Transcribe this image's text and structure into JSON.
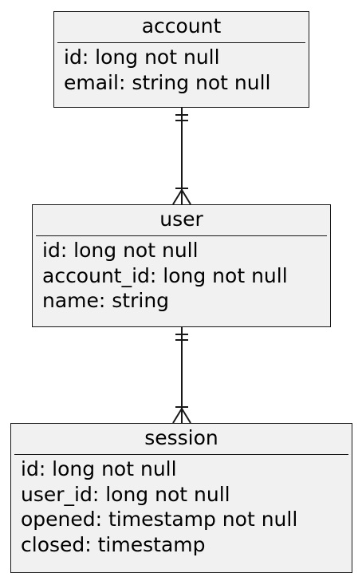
{
  "entities": [
    {
      "key": "account",
      "name": "account",
      "attributes": [
        "id: long not null",
        "email: string not null"
      ]
    },
    {
      "key": "user",
      "name": "user",
      "attributes": [
        "id: long not null",
        "account_id: long not null",
        "name: string"
      ]
    },
    {
      "key": "session",
      "name": "session",
      "attributes": [
        "id: long not null",
        "user_id: long not null",
        "opened: timestamp not null",
        "closed: timestamp"
      ]
    }
  ],
  "relations": [
    {
      "from": "account",
      "to": "user",
      "from_cardinality": "exactly-one",
      "to_cardinality": "one-or-many"
    },
    {
      "from": "user",
      "to": "session",
      "from_cardinality": "exactly-one",
      "to_cardinality": "one-or-many"
    }
  ],
  "colors": {
    "entity_fill": "#f1f1f1",
    "stroke": "#181818"
  }
}
